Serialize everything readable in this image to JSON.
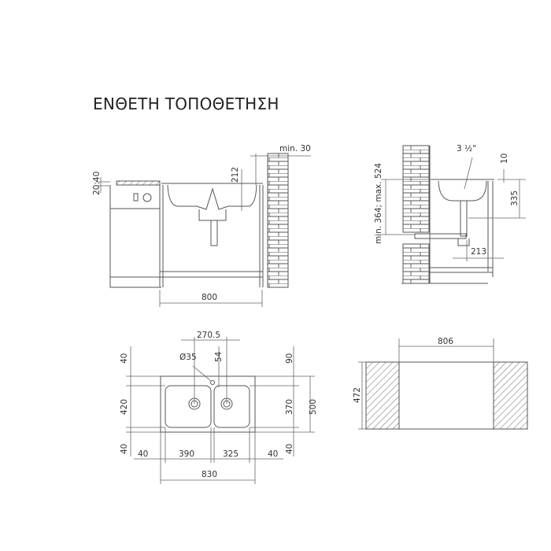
{
  "title": "ΕΝΘΕΤΗ ΤΟΠΟΘΕΤΗΣΗ",
  "front_view": {
    "min_gap": "min. 30",
    "counter_thickness": "20:40",
    "bowl_depth": "212",
    "cabinet_width": "800"
  },
  "side_view": {
    "drain_size": "3 ½\"",
    "rim": "10",
    "drain_height": "335",
    "wall_outlet": "min. 364; max. 524",
    "outlet_offset": "213"
  },
  "top_view": {
    "center_distance": "270.5",
    "tap_hole": "Ø35",
    "tap_offset": "54",
    "left_top": "40",
    "left_bowl_depth": "420",
    "left_bottom": "40",
    "right_top": "90",
    "right_bowl_depth": "370",
    "total_depth": "500",
    "right_bottom": "40",
    "margin_left": "40",
    "bowl_left_width": "390",
    "bowl_right_width": "325",
    "margin_right": "40",
    "total_width": "830"
  },
  "cutout_view": {
    "width": "806",
    "depth": "472"
  }
}
